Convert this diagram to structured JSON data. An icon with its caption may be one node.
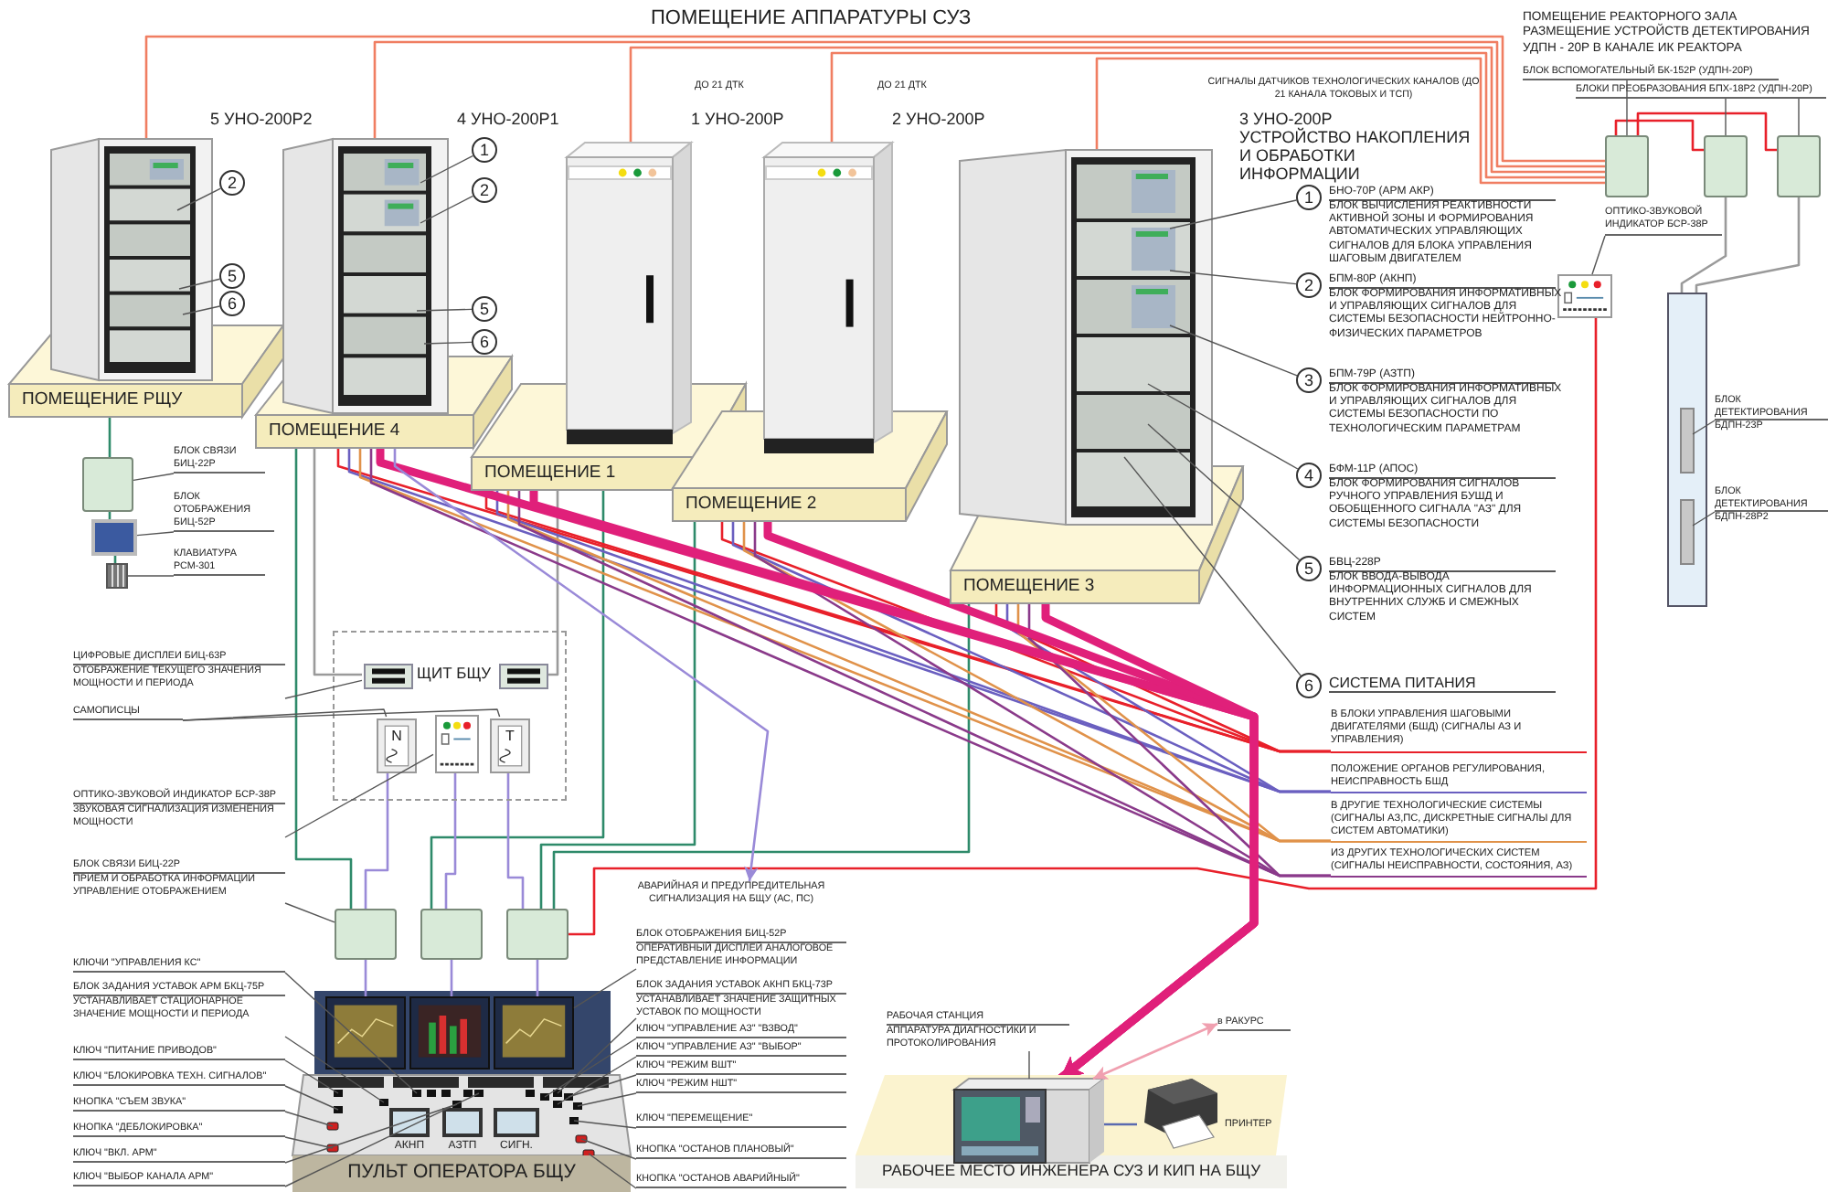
{
  "diagram": {
    "title": "ПОМЕЩЕНИЕ АППАРАТУРЫ СУЗ",
    "nodes": [
      {
        "text": [
          "ПОМЕЩЕНИЕ РЩУ"
        ]
      },
      {
        "text": [],
        "shape": "cabinet",
        "beside": [
          "5 УНО-200Р2"
        ]
      },
      {
        "text": [
          "2"
        ]
      },
      {
        "text": [
          "5"
        ]
      },
      {
        "text": [
          "6"
        ]
      },
      {
        "text": [
          "ПОМЕЩЕНИЕ 4"
        ]
      },
      {
        "text": [],
        "shape": "cabinet",
        "beside": [
          "4 УНО-200Р1"
        ]
      },
      {
        "text": [
          "1"
        ]
      },
      {
        "text": [
          "2"
        ]
      },
      {
        "text": [
          "5"
        ]
      },
      {
        "text": [
          "6"
        ]
      },
      {
        "text": [
          "ПОМЕЩЕНИЕ 1"
        ]
      },
      {
        "text": [],
        "shape": "cabinet",
        "beside": [
          "ДО 21 ДТК",
          "1 УНО-200Р"
        ]
      },
      {
        "text": [
          "ПОМЕЩЕНИЕ 2"
        ]
      },
      {
        "text": [],
        "shape": "cabinet",
        "beside": [
          "ДО 21 ДТК",
          "2 УНО-200Р"
        ]
      },
      {
        "text": [
          "ПОМЕЩЕНИЕ 3"
        ]
      },
      {
        "text": [],
        "shape": "cabinet",
        "beside": [
          "СИГНАЛЫ ДАТЧИКОВ ТЕХНОЛОГИЧЕСКИХ КАНАЛОВ (ДО 21 КАНАЛА ТОКОВЫХ И ТСП)",
          "3 УНО-200Р",
          "УСТРОЙСТВО НАКОПЛЕНИЯ И ОБРАБОТКИ ИНФОРМАЦИИ"
        ]
      },
      {
        "text": [
          "1"
        ],
        "beside": [
          "БНО-70Р (АРМ АКР)",
          "БЛОК ВЫЧИСЛЕНИЯ РЕАКТИВНОСТИ АКТИВНОЙ ЗОНЫ И ФОРМИРОВАНИЯ АВТОМАТИЧЕСКИХ УПРАВЛЯЮЩИХ СИГНАЛОВ ДЛЯ БЛОКА УПРАВЛЕНИЯ ШАГОВЫМ ДВИГАТЕЛЕМ"
        ]
      },
      {
        "text": [
          "2"
        ],
        "beside": [
          "БПМ-80Р (АКНП)",
          "БЛОК ФОРМИРОВАНИЯ ИНФОРМАТИВНЫХ И УПРАВЛЯЮЩИХ СИГНАЛОВ ДЛЯ СИСТЕМЫ БЕЗОПАСНОСТИ НЕЙТРОННО-ФИЗИЧЕСКИХ ПАРАМЕТРОВ"
        ]
      },
      {
        "text": [
          "3"
        ],
        "beside": [
          "БПМ-79Р (АЗТП)",
          "БЛОК ФОРМИРОВАНИЯ ИНФОРМАТИВНЫХ И УПРАВЛЯЮЩИХ СИГНАЛОВ ДЛЯ СИСТЕМЫ БЕЗОПАСНОСТИ ПО ТЕХНОЛОГИЧЕСКИМ ПАРАМЕТРАМ"
        ]
      },
      {
        "text": [
          "4"
        ],
        "beside": [
          "БФМ-11Р (АПОС)",
          "БЛОК ФОРМИРОВАНИЯ СИГНАЛОВ РУЧНОГО УПРАВЛЕНИЯ БУШД И ОБОБЩЕННОГО СИГНАЛА \"АЗ\" ДЛЯ СИСТЕМЫ БЕЗОПАСНОСТИ"
        ]
      },
      {
        "text": [
          "5"
        ],
        "beside": [
          "БВЦ-228Р",
          "БЛОК ВВОДА-ВЫВОДА ИНФОРМАЦИОННЫХ СИГНАЛОВ ДЛЯ ВНУТРЕННИХ СЛУЖБ И СМЕЖНЫХ СИСТЕМ"
        ]
      },
      {
        "text": [
          "6"
        ],
        "beside": [
          "СИСТЕМА ПИТАНИЯ"
        ]
      },
      {
        "text": [
          "В БЛОКИ УПРАВЛЕНИЯ ШАГОВЫМИ ДВИГАТЕЛЯМИ (БШД) (СИГНАЛЫ АЗ И УПРАВЛЕНИЯ)"
        ]
      },
      {
        "text": [
          "ПОЛОЖЕНИЕ ОРГАНОВ РЕГУЛИРОВАНИЯ, НЕИСПРАВНОСТЬ БШД"
        ]
      },
      {
        "text": [
          "В ДРУГИЕ ТЕХНОЛОГИЧЕСКИЕ СИСТЕМЫ (СИГНАЛЫ АЗ,ПС, ДИСКРЕТНЫЕ СИГНАЛЫ ДЛЯ СИСТЕМ АВТОМАТИКИ)"
        ]
      },
      {
        "text": [
          "ИЗ ДРУГИХ ТЕХНОЛОГИЧЕСКИХ СИСТЕМ (СИГНАЛЫ НЕИСПРАВНОСТИ, СОСТОЯНИЯ, АЗ)"
        ]
      },
      {
        "text": [
          "БЛОК ВСПОМОГАТЕЛЬНЫЙ БК-152Р (УДПН-20Р)"
        ]
      },
      {
        "text": [
          "БЛОКИ ПРЕОБРАЗОВАНИЯ БПХ-18Р2 (УДПН-20Р)"
        ]
      },
      {
        "text": [],
        "shape": "box"
      },
      {
        "text": [],
        "shape": "box"
      },
      {
        "text": [],
        "shape": "box"
      },
      {
        "text": [
          "ОПТИКО-ЗВУКОВОЙ ИНДИКАТОР БСР-38Р"
        ]
      },
      {
        "text": [],
        "shape": "box"
      },
      {
        "text": [],
        "shape": "bar"
      },
      {
        "text": [],
        "shape": "bar",
        "in": 34
      },
      {
        "text": [],
        "shape": "bar",
        "in": 34
      },
      {
        "text": [
          "БЛОК ДЕТЕКТИРОВАНИЯ БДПН-23Р"
        ]
      },
      {
        "text": [
          "БЛОК ДЕТЕКТИРОВАНИЯ БДПН-28Р2"
        ]
      },
      {
        "text": [
          "БЛОК СВЯЗИ БИЦ-22Р"
        ]
      },
      {
        "text": [],
        "shape": "box"
      },
      {
        "text": [
          "БЛОК ОТОБРАЖЕНИЯ БИЦ-52Р"
        ]
      },
      {
        "text": [],
        "shape": "box"
      },
      {
        "text": [
          "КЛАВИАТУРА РСМ-301"
        ]
      },
      {
        "text": [],
        "shape": "box"
      },
      {
        "text": [
          "ЩИТ БЩУ"
        ]
      },
      {
        "text": [],
        "shape": "box",
        "in": 45
      },
      {
        "text": [],
        "shape": "box",
        "in": 45
      },
      {
        "text": [
          "N"
        ],
        "in": 45
      },
      {
        "text": [],
        "shape": "box",
        "in": 45
      },
      {
        "text": [
          "T"
        ],
        "in": 45
      },
      {
        "text": [
          "ЦИФРОВЫЕ ДИСПЛЕИ БИЦ-63Р",
          "ОТОБРАЖЕНИЕ ТЕКУЩЕГО ЗНАЧЕНИЯ МОЩНОСТИ И ПЕРИОДА"
        ]
      },
      {
        "text": [
          "САМОПИСЦЫ"
        ]
      },
      {
        "text": [
          "ОПТИКО-ЗВУКОВОЙ ИНДИКАТОР БСР-38Р",
          "ЗВУКОВАЯ СИГНАЛИЗАЦИЯ ИЗМЕНЕНИЯ МОЩНОСТИ"
        ]
      },
      {
        "text": [
          "БЛОК СВЯЗИ БИЦ-22Р",
          "ПРИЕМ И ОБРАБОТКА ИНФОРМАЦИИ УПРАВЛЕНИЕ ОТОБРАЖЕНИЕМ"
        ]
      },
      {
        "text": [],
        "shape": "box"
      },
      {
        "text": [],
        "shape": "box"
      },
      {
        "text": [],
        "shape": "box"
      },
      {
        "text": [
          "ПУЛЬТ ОПЕРАТОРА БЩУ"
        ]
      },
      {
        "text": [],
        "shape": "box",
        "in": 58
      },
      {
        "text": [],
        "shape": "box",
        "in": 58
      },
      {
        "text": [],
        "shape": "box",
        "in": 58
      },
      {
        "text": [
          "АКНП"
        ],
        "in": 58
      },
      {
        "text": [
          "АЗТП"
        ],
        "in": 58
      },
      {
        "text": [
          "СИГН."
        ],
        "in": 58
      },
      {
        "text": [
          "КЛЮЧИ \"УПРАВЛЕНИЯ КС\""
        ]
      },
      {
        "text": [
          "БЛОК ЗАДАНИЯ УСТАВОК АРМ БКЦ-75Р",
          "УСТАНАВЛИВАЕТ СТАЦИОНАРНОЕ ЗНАЧЕНИЕ МОЩНОСТИ И ПЕРИОДА"
        ]
      },
      {
        "text": [
          "КЛЮЧ \"ПИТАНИЕ ПРИВОДОВ\""
        ]
      },
      {
        "text": [
          "КЛЮЧ \"БЛОКИРОВКА ТЕХН. СИГНАЛОВ\""
        ]
      },
      {
        "text": [
          "КНОПКА \"СЪЕМ ЗВУКА\""
        ]
      },
      {
        "text": [
          "КНОПКА \"ДЕБЛОКИРОВКА\""
        ]
      },
      {
        "text": [
          "КЛЮЧ \"ВКЛ. АРМ\""
        ]
      },
      {
        "text": [
          "КЛЮЧ \"ВЫБОР КАНАЛА АРМ\""
        ]
      },
      {
        "text": [
          "БЛОК ОТОБРАЖЕНИЯ БИЦ-52Р",
          "ОПЕРАТИВНЫЙ ДИСПЛЕЙ АНАЛОГОВОЕ ПРЕДСТАВЛЕНИЕ ИНФОРМАЦИИ"
        ]
      },
      {
        "text": [
          "БЛОК ЗАДАНИЯ УСТАВОК АКНП БКЦ-73Р",
          "УСТАНАВЛИВАЕТ ЗНАЧЕНИЕ ЗАЩИТНЫХ УСТАВОК ПО МОЩНОСТИ"
        ]
      },
      {
        "text": [
          "КЛЮЧ \"УПРАВЛЕНИЕ АЗ\" \"ВЗВОД\""
        ]
      },
      {
        "text": [
          "КЛЮЧ \"УПРАВЛЕНИЕ АЗ\" \"ВЫБОР\""
        ]
      },
      {
        "text": [
          "КЛЮЧ \"РЕЖИМ ВШТ\""
        ]
      },
      {
        "text": [
          "КЛЮЧ \"РЕЖИМ НШТ\""
        ]
      },
      {
        "text": [
          "КЛЮЧ \"ПЕРЕМЕЩЕНИЕ\""
        ]
      },
      {
        "text": [
          "КНОПКА \"ОСТАНОВ ПЛАНОВЫЙ\""
        ]
      },
      {
        "text": [
          "КНОПКА \"ОСТАНОВ АВАРИЙНЫЙ\""
        ]
      },
      {
        "text": [
          "АВАРИЙНАЯ И ПРЕДУПРЕДИТЕЛЬНАЯ СИГНАЛИЗАЦИЯ НА БЩУ (АС, ПС)"
        ]
      },
      {
        "text": [
          "РАБОЧЕЕ МЕСТО ИНЖЕНЕРА СУЗ И КИП НА БЩУ"
        ]
      },
      {
        "text": [],
        "shape": "picture",
        "in": 83
      },
      {
        "text": [],
        "shape": "picture",
        "in": 83,
        "beside": [
          "ПРИНТЕР"
        ]
      },
      {
        "text": [
          "РАБОЧАЯ СТАНЦИЯ",
          "АППАРАТУРА ДИАГНОСТИКИ И ПРОТОКОЛИРОВАНИЯ"
        ]
      },
      {
        "text": [
          "в РАКУРС"
        ]
      }
    ],
    "edges": [
      {
        "from": 2,
        "to": 1,
        "arrow": "none"
      },
      {
        "from": 3,
        "to": 1,
        "arrow": "none"
      },
      {
        "from": 4,
        "to": 1,
        "arrow": "none"
      },
      {
        "from": 7,
        "to": 6,
        "arrow": "none"
      },
      {
        "from": 8,
        "to": 6,
        "arrow": "none"
      },
      {
        "from": 9,
        "to": 6,
        "arrow": "none"
      },
      {
        "from": 10,
        "to": 6,
        "arrow": "none"
      },
      {
        "from": 17,
        "to": 16,
        "arrow": "none"
      },
      {
        "from": 18,
        "to": 16,
        "arrow": "none"
      },
      {
        "from": 19,
        "to": 16,
        "arrow": "none"
      },
      {
        "from": 20,
        "to": 16,
        "arrow": "none"
      },
      {
        "from": 21,
        "to": 16,
        "arrow": "none"
      },
      {
        "from": 22,
        "to": 16,
        "arrow": "none"
      },
      {
        "from": 27,
        "to": 29,
        "arrow": "none"
      },
      {
        "from": 28,
        "to": 30,
        "arrow": "none"
      },
      {
        "from": 28,
        "to": 31,
        "arrow": "none"
      },
      {
        "from": 32,
        "to": 33,
        "arrow": "none"
      },
      {
        "from": 37,
        "to": 35,
        "arrow": "none"
      },
      {
        "from": 38,
        "to": 36,
        "arrow": "none"
      },
      {
        "from": 39,
        "to": 40,
        "arrow": "none"
      },
      {
        "from": 41,
        "to": 42,
        "arrow": "none"
      },
      {
        "from": 43,
        "to": 44,
        "arrow": "none"
      },
      {
        "from": 51,
        "to": 46,
        "arrow": "none"
      },
      {
        "from": 52,
        "to": 48,
        "arrow": "none"
      },
      {
        "from": 52,
        "to": 50,
        "arrow": "none"
      },
      {
        "from": 53,
        "to": 49,
        "arrow": "none"
      },
      {
        "from": 54,
        "to": 55,
        "arrow": "none"
      },
      {
        "from": 65,
        "to": 58,
        "arrow": "none"
      },
      {
        "from": 66,
        "to": 58,
        "arrow": "none"
      },
      {
        "from": 67,
        "to": 58,
        "arrow": "none"
      },
      {
        "from": 68,
        "to": 58,
        "arrow": "none"
      },
      {
        "from": 69,
        "to": 58,
        "arrow": "none"
      },
      {
        "from": 70,
        "to": 58,
        "arrow": "none"
      },
      {
        "from": 71,
        "to": 58,
        "arrow": "none"
      },
      {
        "from": 72,
        "to": 58,
        "arrow": "none"
      },
      {
        "from": 73,
        "to": 61,
        "arrow": "none"
      },
      {
        "from": 74,
        "to": 58,
        "arrow": "none"
      },
      {
        "from": 75,
        "to": 58,
        "arrow": "none"
      },
      {
        "from": 76,
        "to": 58,
        "arrow": "none"
      },
      {
        "from": 77,
        "to": 58,
        "arrow": "none"
      },
      {
        "from": 78,
        "to": 58,
        "arrow": "none"
      },
      {
        "from": 79,
        "to": 58,
        "arrow": "none"
      },
      {
        "from": 80,
        "to": 58,
        "arrow": "none"
      },
      {
        "from": 81,
        "to": 58,
        "arrow": "none"
      },
      {
        "from": 86,
        "to": 84,
        "arrow": "none"
      },
      {
        "from": 1,
        "to": 29,
        "arrow": "none",
        "color": "#f07e62"
      },
      {
        "from": 6,
        "to": 29,
        "arrow": "none",
        "color": "#f07e62"
      },
      {
        "from": 12,
        "to": 29,
        "arrow": "none",
        "color": "#f07e62"
      },
      {
        "from": 14,
        "to": 29,
        "arrow": "none",
        "color": "#f07e62"
      },
      {
        "from": 16,
        "to": 29,
        "arrow": "none",
        "color": "#f07e62"
      },
      {
        "from": 33,
        "to": 57,
        "arrow": "none",
        "color": "#e8202a"
      },
      {
        "from": 0,
        "to": 40,
        "arrow": "none",
        "color": "#2e8a6a"
      },
      {
        "from": 40,
        "to": 42,
        "arrow": "none",
        "color": "#2e8a6a"
      },
      {
        "from": 42,
        "to": 44,
        "arrow": "none",
        "color": "#2e8a6a"
      },
      {
        "from": 5,
        "to": 55,
        "arrow": "none",
        "color": "#2e8a6a"
      },
      {
        "from": 11,
        "to": 56,
        "arrow": "none",
        "color": "#2e8a6a"
      },
      {
        "from": 13,
        "to": 57,
        "arrow": "none",
        "color": "#2e8a6a"
      },
      {
        "from": 15,
        "to": 57,
        "arrow": "none",
        "color": "#2e8a6a"
      },
      {
        "from": 5,
        "to": 46,
        "arrow": "none",
        "color": "#9a9a9a"
      },
      {
        "from": 11,
        "to": 47,
        "arrow": "none",
        "color": "#9a9a9a"
      },
      {
        "from": 48,
        "to": 55,
        "arrow": "none",
        "color": "#9a8ad8"
      },
      {
        "from": 49,
        "to": 56,
        "arrow": "none",
        "color": "#9a8ad8"
      },
      {
        "from": 50,
        "to": 57,
        "arrow": "none",
        "color": "#9a8ad8"
      },
      {
        "from": 55,
        "to": 59,
        "arrow": "none",
        "color": "#9a8ad8"
      },
      {
        "from": 56,
        "to": 60,
        "arrow": "none",
        "color": "#9a8ad8"
      },
      {
        "from": 57,
        "to": 61,
        "arrow": "none",
        "color": "#9a8ad8"
      },
      {
        "from": 5,
        "to": 23,
        "arrow": "none",
        "color": "#e8202a"
      },
      {
        "from": 5,
        "to": 24,
        "arrow": "none",
        "color": "#6a5fc0"
      },
      {
        "from": 5,
        "to": 25,
        "arrow": "none",
        "color": "#e0924a"
      },
      {
        "from": 5,
        "to": 26,
        "arrow": "none",
        "color": "#8a3a8a"
      },
      {
        "from": 11,
        "to": 23,
        "arrow": "none",
        "color": "#e8202a"
      },
      {
        "from": 11,
        "to": 24,
        "arrow": "none",
        "color": "#6a5fc0"
      },
      {
        "from": 11,
        "to": 25,
        "arrow": "none",
        "color": "#e0924a"
      },
      {
        "from": 11,
        "to": 26,
        "arrow": "none",
        "color": "#8a3a8a"
      },
      {
        "from": 13,
        "to": 23,
        "arrow": "none",
        "color": "#e8202a"
      },
      {
        "from": 13,
        "to": 24,
        "arrow": "none",
        "color": "#6a5fc0"
      },
      {
        "from": 13,
        "to": 25,
        "arrow": "none",
        "color": "#e0924a"
      },
      {
        "from": 13,
        "to": 26,
        "arrow": "none",
        "color": "#8a3a8a"
      },
      {
        "from": 15,
        "to": 23,
        "arrow": "none",
        "color": "#e8202a"
      },
      {
        "from": 15,
        "to": 24,
        "arrow": "none",
        "color": "#6a5fc0"
      },
      {
        "from": 15,
        "to": 25,
        "arrow": "none",
        "color": "#e0924a"
      },
      {
        "from": 15,
        "to": 26,
        "arrow": "none",
        "color": "#8a3a8a"
      },
      {
        "from": 5,
        "to": 84,
        "arrow": "to",
        "style": "thick",
        "color": "#e0207a"
      },
      {
        "from": 11,
        "to": 84,
        "arrow": "to",
        "style": "thick",
        "color": "#e0207a"
      },
      {
        "from": 13,
        "to": 84,
        "arrow": "to",
        "style": "thick",
        "color": "#e0207a"
      },
      {
        "from": 15,
        "to": 84,
        "arrow": "to",
        "style": "thick",
        "color": "#e0207a"
      },
      {
        "from": 5,
        "to": 82,
        "arrow": "to",
        "color": "#9a8ad8"
      },
      {
        "from": 84,
        "to": 87,
        "arrow": "both",
        "color": "#f0a0b0"
      },
      {
        "from": 84,
        "to": 85,
        "arrow": "none",
        "color": "#5a6ab0"
      },
      {
        "from": 29,
        "to": 30,
        "arrow": "none",
        "color": "#e8202a"
      },
      {
        "from": 29,
        "to": 31,
        "arrow": "none",
        "color": "#e8202a"
      },
      {
        "from": 30,
        "to": 34,
        "arrow": "none",
        "color": "#9a9a9a"
      },
      {
        "from": 31,
        "to": 34,
        "arrow": "none",
        "color": "#9a9a9a"
      }
    ],
    "labels": [
      "ПОМЕЩЕНИЕ РЕАКТОРНОГО ЗАЛА РАЗМЕЩЕНИЕ УСТРОЙСТВ ДЕТЕКТИРОВАНИЯ УДПН - 20Р В КАНАЛЕ ИК РЕАКТОРА"
    ]
  }
}
